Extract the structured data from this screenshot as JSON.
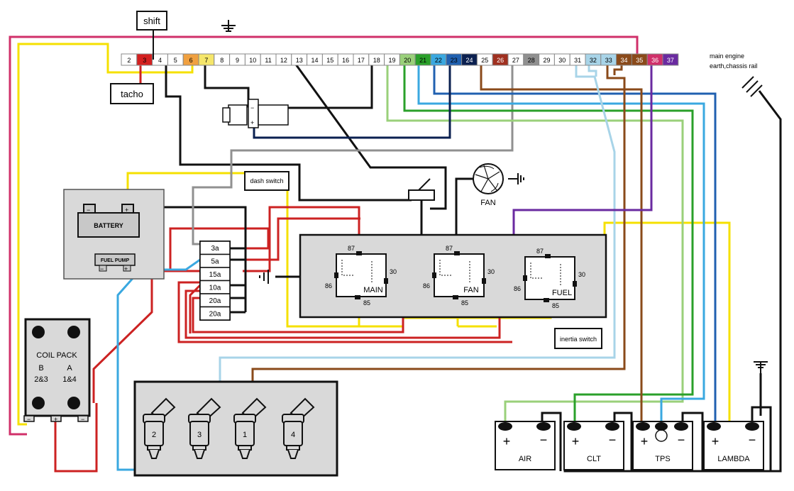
{
  "labels": {
    "shift": "shift",
    "tacho": "tacho",
    "engine_earth": "main engine\nearth,chassis rail",
    "dash_switch": "dash switch",
    "fan": "FAN",
    "battery": "BATTERY",
    "fuel_pump": "FUEL PUMP",
    "coil_pack": "COIL PACK",
    "coil_b": "B",
    "coil_b_cyl": "2&3",
    "coil_a": "A",
    "coil_a_cyl": "1&4",
    "inertia_switch": "inertia switch",
    "plus": "+",
    "minus": "−"
  },
  "connector_pins": [
    {
      "n": "2",
      "fill": "#ffffff",
      "text": "#000000"
    },
    {
      "n": "3",
      "fill": "#d42020",
      "text": "#000000"
    },
    {
      "n": "4",
      "fill": "#ffffff",
      "text": "#000000"
    },
    {
      "n": "5",
      "fill": "#ffffff",
      "text": "#000000"
    },
    {
      "n": "6",
      "fill": "#f0a040",
      "text": "#000000"
    },
    {
      "n": "7",
      "fill": "#f5e66a",
      "text": "#000000"
    },
    {
      "n": "8",
      "fill": "#ffffff",
      "text": "#000000"
    },
    {
      "n": "9",
      "fill": "#ffffff",
      "text": "#000000"
    },
    {
      "n": "10",
      "fill": "#ffffff",
      "text": "#000000"
    },
    {
      "n": "11",
      "fill": "#ffffff",
      "text": "#000000"
    },
    {
      "n": "12",
      "fill": "#ffffff",
      "text": "#000000"
    },
    {
      "n": "13",
      "fill": "#ffffff",
      "text": "#000000"
    },
    {
      "n": "14",
      "fill": "#ffffff",
      "text": "#000000"
    },
    {
      "n": "15",
      "fill": "#ffffff",
      "text": "#000000"
    },
    {
      "n": "16",
      "fill": "#ffffff",
      "text": "#000000"
    },
    {
      "n": "17",
      "fill": "#ffffff",
      "text": "#000000"
    },
    {
      "n": "18",
      "fill": "#ffffff",
      "text": "#000000"
    },
    {
      "n": "19",
      "fill": "#ffffff",
      "text": "#000000"
    },
    {
      "n": "20",
      "fill": "#9ad07a",
      "text": "#000000"
    },
    {
      "n": "21",
      "fill": "#2aa02a",
      "text": "#000000"
    },
    {
      "n": "22",
      "fill": "#3aa8e0",
      "text": "#000000"
    },
    {
      "n": "23",
      "fill": "#2060b0",
      "text": "#000000"
    },
    {
      "n": "24",
      "fill": "#0b2050",
      "text": "#ffffff"
    },
    {
      "n": "25",
      "fill": "#ffffff",
      "text": "#000000"
    },
    {
      "n": "26",
      "fill": "#a03020",
      "text": "#ffffff"
    },
    {
      "n": "27",
      "fill": "#ffffff",
      "text": "#000000"
    },
    {
      "n": "28",
      "fill": "#909090",
      "text": "#000000"
    },
    {
      "n": "29",
      "fill": "#ffffff",
      "text": "#000000"
    },
    {
      "n": "30",
      "fill": "#ffffff",
      "text": "#000000"
    },
    {
      "n": "31",
      "fill": "#ffffff",
      "text": "#000000"
    },
    {
      "n": "32",
      "fill": "#a8d4e8",
      "text": "#000000"
    },
    {
      "n": "33",
      "fill": "#a8d4e8",
      "text": "#000000"
    },
    {
      "n": "34",
      "fill": "#8a4a1a",
      "text": "#ffffff"
    },
    {
      "n": "35",
      "fill": "#8a4a1a",
      "text": "#ffffff"
    },
    {
      "n": "36",
      "fill": "#d0306a",
      "text": "#ffffff"
    },
    {
      "n": "37",
      "fill": "#6a2aa0",
      "text": "#ffffff"
    }
  ],
  "fuses": [
    "3a",
    "5a",
    "15a",
    "10a",
    "20a",
    "20a"
  ],
  "relays": [
    {
      "name": "MAIN",
      "p87": "87",
      "p86": "86",
      "p30": "30",
      "p85": "85"
    },
    {
      "name": "FAN",
      "p87": "87",
      "p86": "86",
      "p30": "30",
      "p85": "85"
    },
    {
      "name": "FUEL",
      "p87": "87",
      "p86": "86",
      "p30": "30",
      "p85": "85"
    }
  ],
  "injectors": [
    "2",
    "3",
    "1",
    "4"
  ],
  "sensors": [
    "AIR",
    "CLT",
    "TPS",
    "LAMBDA"
  ],
  "colors": {
    "pink": "#d0306a",
    "yellow": "#f5e000",
    "red": "#cc2222",
    "black": "#111111",
    "grey": "#909090",
    "lightgreen": "#9ad07a",
    "green": "#2aa02a",
    "blue": "#3aa8e0",
    "darkblue": "#2060b0",
    "navy": "#0b2050",
    "brown": "#8a4a1a",
    "lightblue": "#a8d4e8",
    "purple": "#6a2aa0",
    "panel": "#d9d9d9"
  }
}
